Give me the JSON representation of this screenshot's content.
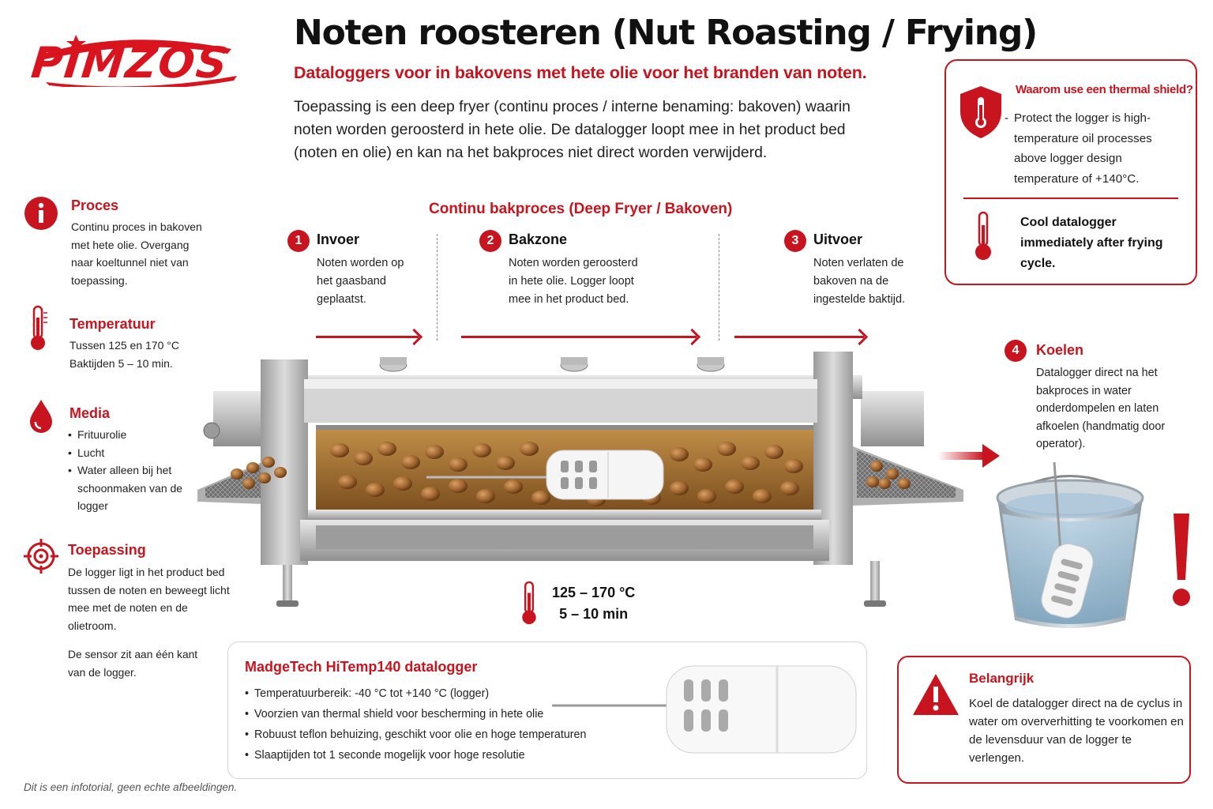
{
  "brand": {
    "logo_text": "PIMZOS",
    "accent": "#c8141e"
  },
  "header": {
    "title": "Noten roosteren (Nut Roasting / Frying)",
    "subtitle": "Dataloggers voor in bakovens met hete olie voor het branden van noten.",
    "intro": "Toepassing is een deep fryer (continu proces / interne benaming: bakoven) waarin noten worden geroosterd in hete olie. De datalogger loopt mee in het product bed (noten en olie) en kan na het bakproces niet direct worden verwijderd."
  },
  "sidebar": {
    "proces": {
      "icon": "info-icon",
      "title": "Proces",
      "body": "Continu proces in bakoven met hete olie. Overgang naar koeltunnel niet van toepassing."
    },
    "temperatuur": {
      "icon": "thermometer-icon",
      "title": "Temperatuur",
      "line1": "Tussen 125 en 170 °C",
      "line2": "Baktijden 5 – 10 min."
    },
    "media": {
      "icon": "drop-icon",
      "title": "Media",
      "items": [
        "Frituurolie",
        "Lucht",
        "Water alleen bij het schoonmaken van de logger"
      ]
    },
    "toepassing": {
      "icon": "target-icon",
      "title": "Toepassing",
      "body": "De logger ligt in het product bed tussen de noten en beweegt licht mee met de noten en de olietroom.",
      "body2": "De sensor zit aan één kant van de logger."
    }
  },
  "process": {
    "title": "Continu bakproces (Deep Fryer / Bakoven)",
    "steps": [
      {
        "num": "1",
        "title": "Invoer",
        "body": "Noten worden op het gaasband geplaatst."
      },
      {
        "num": "2",
        "title": "Bakzone",
        "body": "Noten worden geroosterd in hete olie. Logger loopt mee in het product bed."
      },
      {
        "num": "3",
        "title": "Uitvoer",
        "body": "Noten verlaten de bakoven na de ingestelde baktijd."
      }
    ],
    "machine_temp": "125 – 170 °C",
    "machine_time": "5 – 10 min"
  },
  "logger": {
    "title": "MadgeTech HiTemp140 datalogger",
    "items": [
      "Temperatuurbereik: -40 °C tot +140 °C (logger)",
      "Voorzien van thermal shield voor bescherming in hete olie",
      "Robuust teflon behuizing, geschikt voor olie en hoge temperaturen",
      "Slaaptijden tot 1 seconde mogelijk voor hoge resolutie"
    ]
  },
  "shield": {
    "question": "Waarom use een thermal shield?",
    "body": "Protect the logger is high-temperature oil processes above logger design temperature of +140°C.",
    "cool": "Cool datalogger immediately after frying cycle."
  },
  "cooling": {
    "num": "4",
    "title": "Koelen",
    "body": "Datalogger direct na het bakproces in water onderdompelen en laten afkoelen (handmatig door operator)."
  },
  "important": {
    "title": "Belangrijk",
    "body": "Koel de datalogger direct na de cyclus in water om oververhitting te voorkomen en de levensduur van de logger te verlengen."
  },
  "footer": "Dit is een infotorial, geen echte afbeeldingen."
}
